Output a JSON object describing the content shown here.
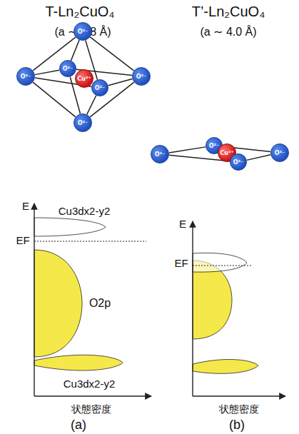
{
  "diagram": {
    "nodes": [
      {
        "text": [
          "O²⁻"
        ]
      },
      {
        "text": [
          "O²⁻"
        ]
      },
      {
        "text": [
          "O²⁻"
        ]
      },
      {
        "text": [
          "Cu²⁺"
        ]
      },
      {
        "text": [
          "O²⁻"
        ]
      },
      {
        "text": [
          "O²⁻"
        ]
      },
      {
        "text": [
          "O²⁻"
        ]
      },
      {
        "text": [
          "O²⁻"
        ]
      },
      {
        "text": [
          "O²⁻"
        ]
      },
      {
        "text": [
          "Cu²⁺"
        ]
      },
      {
        "text": [
          "O²⁻"
        ]
      },
      {
        "text": [
          "O²⁻"
        ]
      }
    ],
    "edges": [
      {
        "from": 0,
        "to": 1,
        "arrow": "none"
      },
      {
        "from": 0,
        "to": 2,
        "arrow": "none"
      },
      {
        "from": 0,
        "to": 4,
        "arrow": "none"
      },
      {
        "from": 0,
        "to": 5,
        "arrow": "none"
      },
      {
        "from": 6,
        "to": 1,
        "arrow": "none"
      },
      {
        "from": 6,
        "to": 2,
        "arrow": "none"
      },
      {
        "from": 6,
        "to": 4,
        "arrow": "none"
      },
      {
        "from": 6,
        "to": 5,
        "arrow": "none"
      },
      {
        "from": 1,
        "to": 2,
        "arrow": "none"
      },
      {
        "from": 2,
        "to": 5,
        "arrow": "none"
      },
      {
        "from": 5,
        "to": 4,
        "arrow": "none"
      },
      {
        "from": 4,
        "to": 1,
        "arrow": "none"
      },
      {
        "from": 7,
        "to": 8,
        "arrow": "none"
      },
      {
        "from": 8,
        "to": 11,
        "arrow": "none"
      },
      {
        "from": 11,
        "to": 10,
        "arrow": "none"
      },
      {
        "from": 10,
        "to": 7,
        "arrow": "none"
      }
    ],
    "labels": [
      "T-Ln₂CuO₄",
      "(a ∼ 3.8 Å)",
      "T’-Ln₂CuO₄",
      "(a ∼ 4.0 Å)",
      "E",
      "Cu3dx2-y2",
      "EF",
      "O2p",
      "Cu3dx2-y2",
      "状態密度",
      "(a)",
      "E",
      "EF",
      "状態密度",
      "(b)"
    ]
  }
}
